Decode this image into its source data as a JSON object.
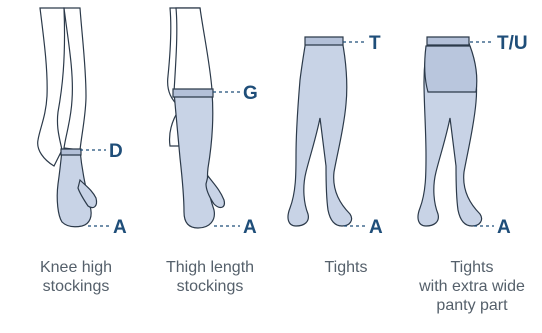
{
  "colors": {
    "outline": "#2c3a4a",
    "stocking_fill": "#c8d3e6",
    "accent": "#1f4e79",
    "caption": "#55606b"
  },
  "figures": [
    {
      "id": "knee-high",
      "caption_lines": [
        "Knee high",
        "stockings"
      ],
      "markers": [
        {
          "letter": "D"
        },
        {
          "letter": "A"
        }
      ]
    },
    {
      "id": "thigh-length",
      "caption_lines": [
        "Thigh length",
        "stockings"
      ],
      "markers": [
        {
          "letter": "G"
        },
        {
          "letter": "A"
        }
      ]
    },
    {
      "id": "tights",
      "caption_lines": [
        "Tights"
      ],
      "markers": [
        {
          "letter": "T"
        },
        {
          "letter": "A"
        }
      ]
    },
    {
      "id": "tights-wide",
      "caption_lines": [
        "Tights",
        "with extra wide",
        "panty part"
      ],
      "markers": [
        {
          "letter": "T/U"
        },
        {
          "letter": "A"
        }
      ]
    }
  ]
}
